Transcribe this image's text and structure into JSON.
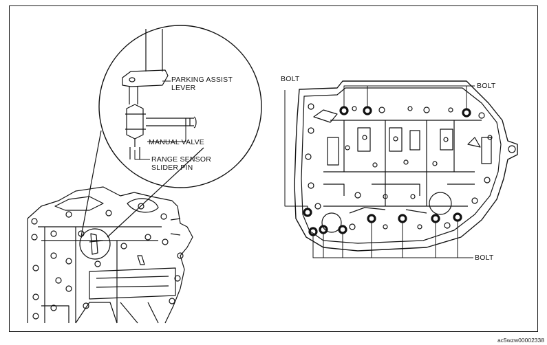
{
  "callouts": {
    "parking_assist_lever": {
      "line1": "PARKING ASSIST",
      "line2": "LEVER"
    },
    "manual_valve": "MANUAL VALVE",
    "range_sensor_slider_pin": {
      "line1": "RANGE SENSOR",
      "line2": "SLIDER PIN"
    },
    "bolt_left": "BOLT",
    "bolt_top_right": "BOLT",
    "bolt_bottom_right": "BOLT"
  },
  "figure_id": "ac5wzw00002338"
}
